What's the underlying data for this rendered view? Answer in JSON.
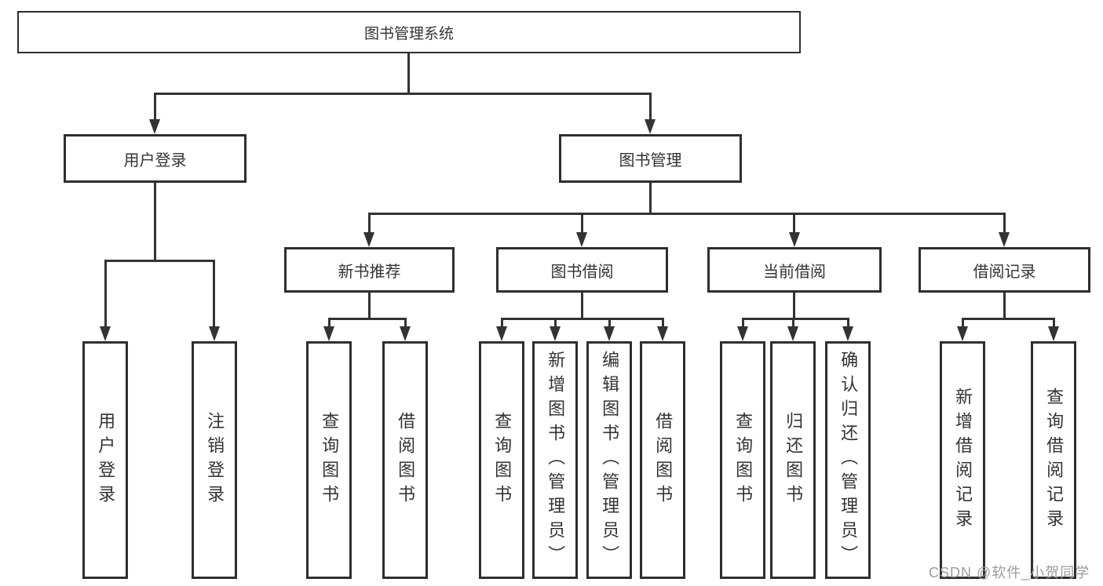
{
  "tree": {
    "root": {
      "label": "图书管理系统",
      "children": [
        {
          "label": "用户登录",
          "children": [
            {
              "label": "用户登录"
            },
            {
              "label": "注销登录"
            }
          ]
        },
        {
          "label": "图书管理",
          "children": [
            {
              "label": "新书推荐",
              "children": [
                {
                  "label": "查询图书"
                },
                {
                  "label": "借阅图书"
                }
              ]
            },
            {
              "label": "图书借阅",
              "children": [
                {
                  "label": "查询图书"
                },
                {
                  "label": "新增图书（管理员）"
                },
                {
                  "label": "编辑图书（管理员）"
                },
                {
                  "label": "借阅图书"
                }
              ]
            },
            {
              "label": "当前借阅",
              "children": [
                {
                  "label": "查询图书"
                },
                {
                  "label": "归还图书"
                },
                {
                  "label": "确认归还（管理员）"
                }
              ]
            },
            {
              "label": "借阅记录",
              "children": [
                {
                  "label": "新增借阅记录"
                },
                {
                  "label": "查询借阅记录"
                }
              ]
            }
          ]
        }
      ]
    }
  },
  "watermark": {
    "text": "CSDN @软件_小贺同学"
  },
  "colors": {
    "line": "#333333",
    "border": "#2e2e2e",
    "text": "#333333",
    "watermark": "#9c9c9c",
    "background": "#ffffff"
  }
}
